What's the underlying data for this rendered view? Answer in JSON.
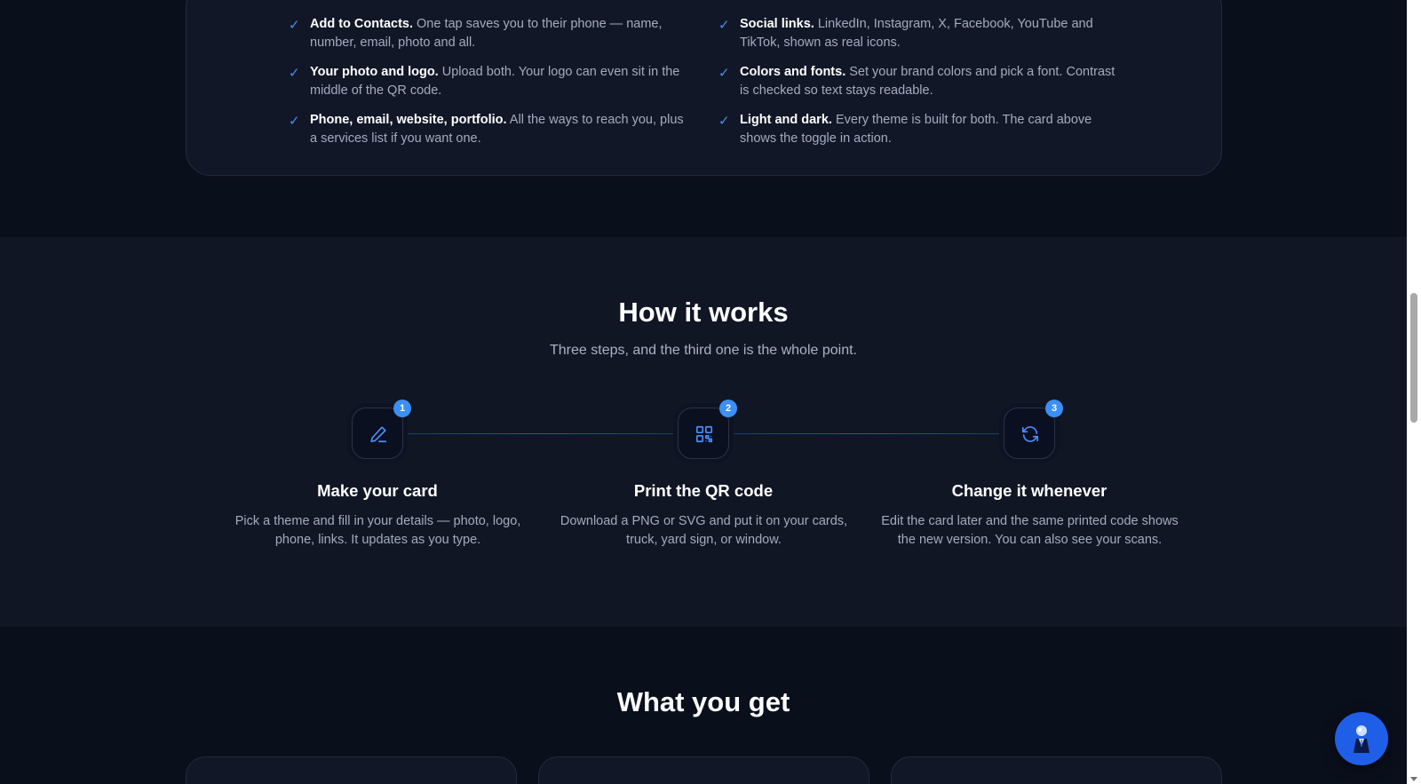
{
  "features": {
    "left": [
      {
        "title": "Add to Contacts.",
        "text": "One tap saves you to their phone — name, number, email, photo and all."
      },
      {
        "title": "Your photo and logo.",
        "text": "Upload both. Your logo can even sit in the middle of the QR code."
      },
      {
        "title": "Phone, email, website, portfolio.",
        "text": "All the ways to reach you, plus a services list if you want one."
      }
    ],
    "right": [
      {
        "title": "Social links.",
        "text": "LinkedIn, Instagram, X, Facebook, YouTube and TikTok, shown as real icons."
      },
      {
        "title": "Colors and fonts.",
        "text": "Set your brand colors and pick a font. Contrast is checked so text stays readable."
      },
      {
        "title": "Light and dark.",
        "text": "Every theme is built for both. The card above shows the toggle in action."
      }
    ],
    "check_glyph": "✓"
  },
  "how_it_works": {
    "heading": "How it works",
    "subheading": "Three steps, and the third one is the whole point.",
    "steps": [
      {
        "number": "1",
        "icon": "pencil-icon",
        "title": "Make your card",
        "description": "Pick a theme and fill in your details — photo, logo, phone, links. It updates as you type."
      },
      {
        "number": "2",
        "icon": "qr-code-icon",
        "title": "Print the QR code",
        "description": "Download a PNG or SVG and put it on your cards, truck, yard sign, or window."
      },
      {
        "number": "3",
        "icon": "refresh-icon",
        "title": "Change it whenever",
        "description": "Edit the card later and the same printed code shows the new version. You can also see your scans."
      }
    ]
  },
  "what_you_get": {
    "heading": "What you get"
  },
  "colors": {
    "background": "#0a0f1c",
    "section_alt": "#101624",
    "accent": "#3b8ff5",
    "fab": "#1f5fe8"
  },
  "fab": {
    "icon": "assistant-icon"
  }
}
